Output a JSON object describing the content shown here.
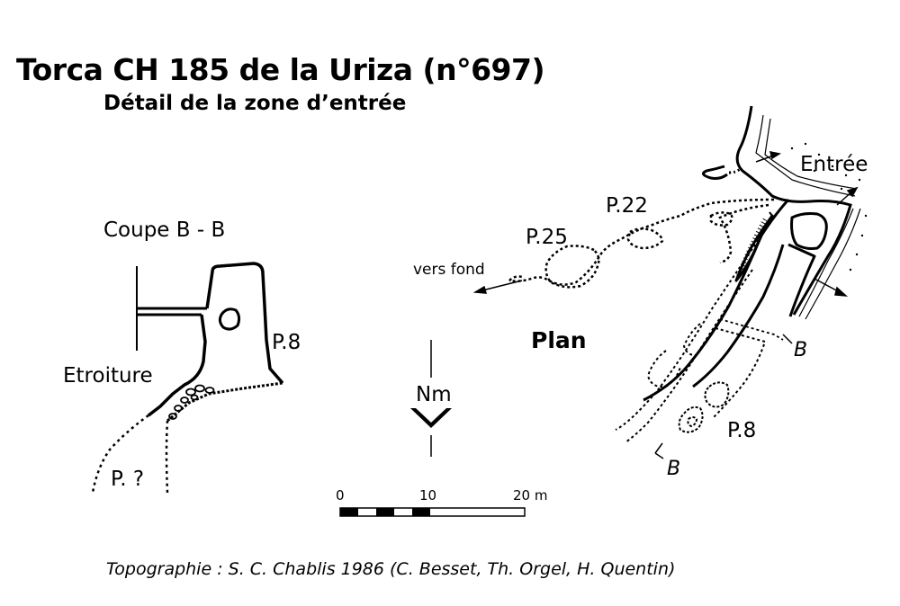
{
  "title": "Torca CH 185 de la Uriza (n°697)",
  "subtitle": "Détail de la zone d’entrée",
  "section": {
    "heading": "Coupe B - B",
    "labels": {
      "squeeze": "Etroiture",
      "shaft": "P.8",
      "unknown_pitch": "P. ?"
    }
  },
  "plan": {
    "heading": "Plan",
    "labels": {
      "entrance": "Entrée",
      "pitch_22": "P.22",
      "pitch_25": "P.25",
      "towards_bottom": "vers fond",
      "pitch_8": "P.8",
      "section_mark_top": "B",
      "section_mark_bottom": "B"
    }
  },
  "north_arrow": {
    "label": "Nm"
  },
  "scale_bar": {
    "ticks": [
      "0",
      "10",
      "20 m"
    ]
  },
  "credit": "Topographie : S. C. Chablis 1986 (C. Besset, Th. Orgel, H. Quentin)"
}
